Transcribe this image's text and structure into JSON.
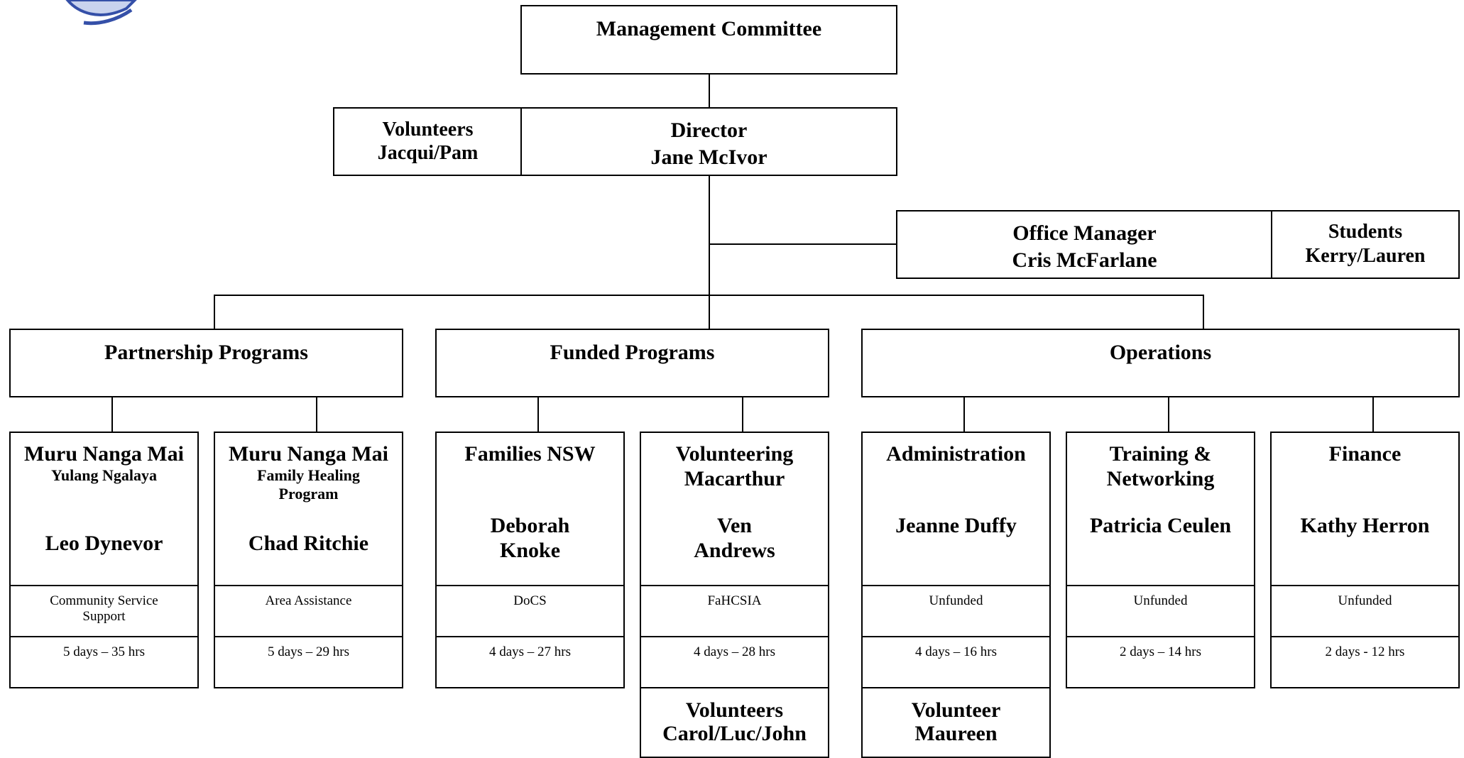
{
  "management": {
    "title": "Management Committee"
  },
  "volunteers_top": {
    "line1": "Volunteers",
    "line2": "Jacqui/Pam"
  },
  "director": {
    "line1": "Director",
    "line2": "Jane McIvor"
  },
  "office_manager": {
    "line1": "Office Manager",
    "line2": "Cris McFarlane"
  },
  "students": {
    "line1": "Students",
    "line2": "Kerry/Lauren"
  },
  "divisions": {
    "partnership": "Partnership Programs",
    "funded": "Funded Programs",
    "operations": "Operations"
  },
  "programs": [
    {
      "title": "Muru Nanga Mai",
      "subtitle": "Yulang Ngalaya",
      "person": "Leo Dynevor",
      "funding": "Community Service\nSupport",
      "hours": "5 days – 35 hrs"
    },
    {
      "title": "Muru Nanga Mai",
      "subtitle": "Family Healing\nProgram",
      "person": "Chad Ritchie",
      "funding": "Area Assistance",
      "hours": "5 days – 29 hrs"
    },
    {
      "title": "Families NSW",
      "person": "Deborah\nKnoke",
      "funding": "DoCS",
      "hours": "4 days – 27 hrs"
    },
    {
      "title": "Volunteering\nMacarthur",
      "person": "Ven\nAndrews",
      "funding": "FaHCSIA",
      "hours": "4 days – 28 hrs"
    },
    {
      "title": "Administration",
      "person": "Jeanne Duffy",
      "funding": "Unfunded",
      "hours": "4 days – 16 hrs"
    },
    {
      "title": "Training &\nNetworking",
      "person": "Patricia Ceulen",
      "funding": "Unfunded",
      "hours": "2 days – 14 hrs"
    },
    {
      "title": "Finance",
      "person": "Kathy Herron",
      "funding": "Unfunded",
      "hours": "2 days - 12 hrs"
    }
  ],
  "volunteers_bottom": [
    {
      "line1": "Volunteers",
      "line2": "Carol/Luc/John"
    },
    {
      "line1": "Volunteer",
      "line2": "Maureen"
    }
  ]
}
